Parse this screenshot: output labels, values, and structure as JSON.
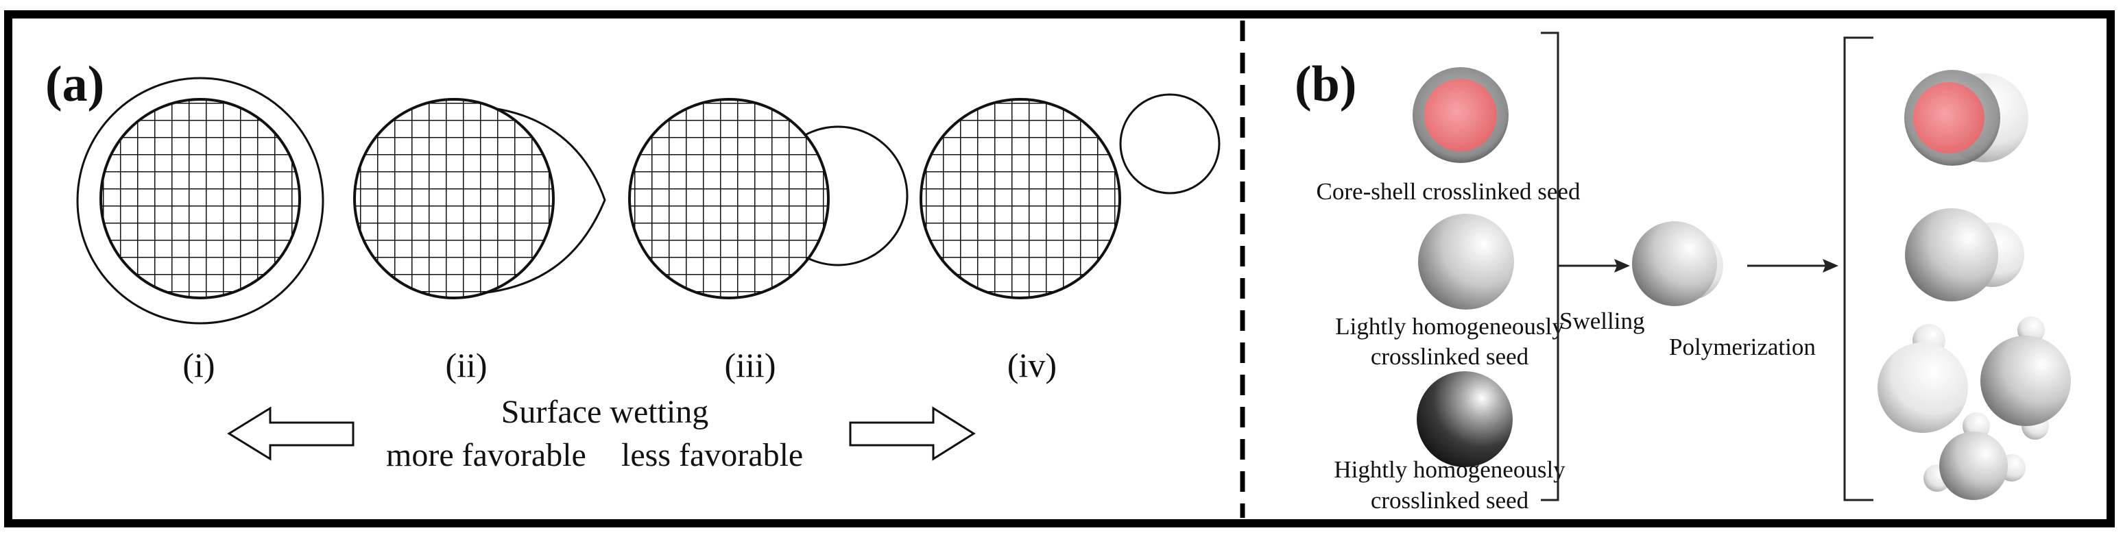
{
  "panel_a": {
    "label": "(a)",
    "stages": [
      {
        "numeral": "(i)"
      },
      {
        "numeral": "(ii)"
      },
      {
        "numeral": "(iii)"
      },
      {
        "numeral": "(iv)"
      }
    ],
    "wetting": {
      "title": "Surface wetting",
      "more": "more favorable",
      "less": "less favorable"
    }
  },
  "panel_b": {
    "label": "(b)",
    "seeds": [
      {
        "lines": [
          "Core-shell crosslinked seed"
        ]
      },
      {
        "lines": [
          "Lightly homogeneously",
          "crosslinked seed"
        ]
      },
      {
        "lines": [
          "Hightly homogeneously",
          "crosslinked seed"
        ]
      }
    ],
    "step1": "Swelling",
    "step2": "Polymerization"
  }
}
